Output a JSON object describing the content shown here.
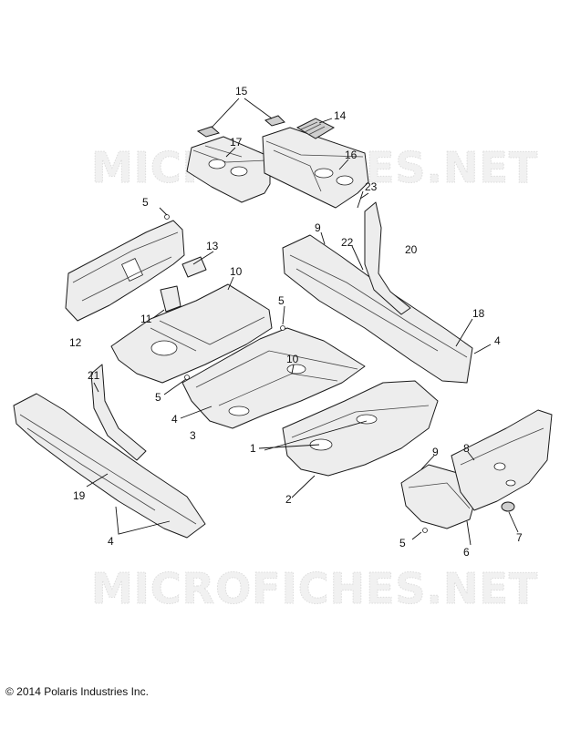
{
  "watermark": "MICROFICHES.NET",
  "copyright": "© 2014 Polaris Industries Inc.",
  "callouts": [
    "1",
    "2",
    "3",
    "4",
    "4",
    "4",
    "5",
    "5",
    "5",
    "5",
    "6",
    "7",
    "8",
    "9",
    "9",
    "10",
    "10",
    "11",
    "12",
    "13",
    "14",
    "15",
    "16",
    "17",
    "18",
    "19",
    "20",
    "21",
    "22",
    "23"
  ]
}
